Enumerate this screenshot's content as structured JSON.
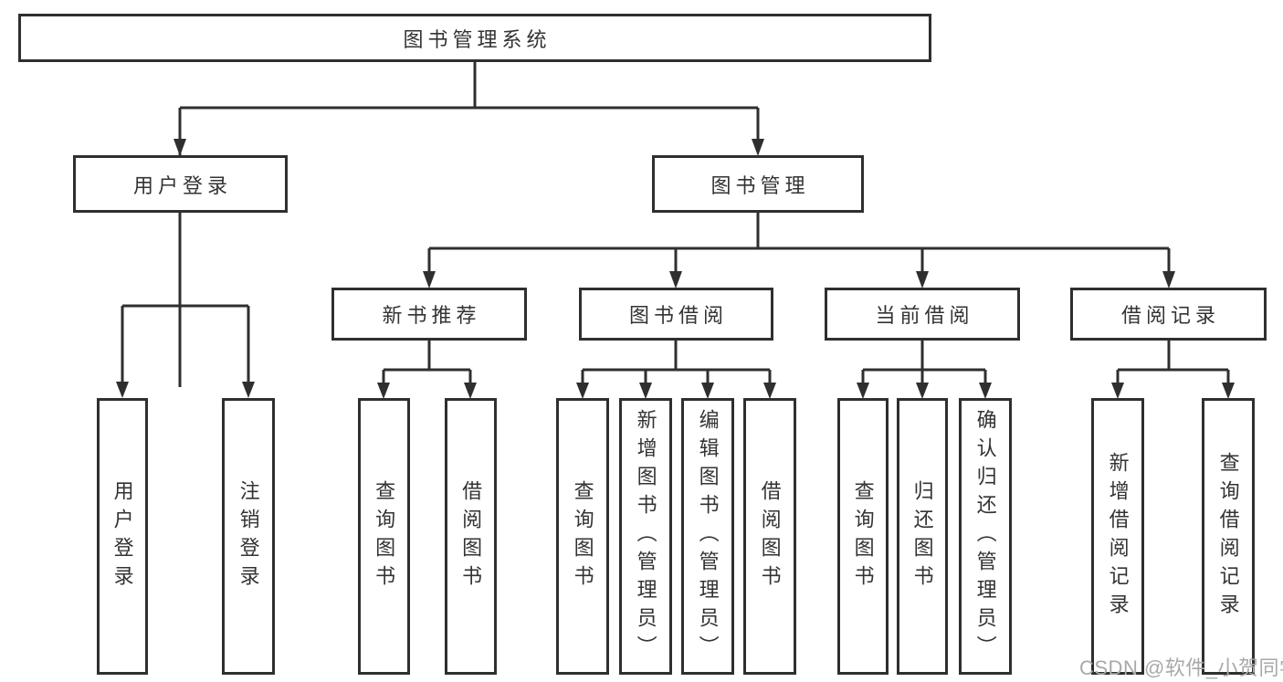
{
  "tree": {
    "root": {
      "label": "图书管理系统",
      "children": [
        {
          "label": "用户登录",
          "children": [
            {
              "label": "用户登录"
            },
            {
              "label": "注销登录"
            }
          ]
        },
        {
          "label": "图书管理",
          "children": [
            {
              "label": "新书推荐",
              "children": [
                {
                  "label": "查询图书"
                },
                {
                  "label": "借阅图书"
                }
              ]
            },
            {
              "label": "图书借阅",
              "children": [
                {
                  "label": "查询图书"
                },
                {
                  "label": "新增图书（管理员）"
                },
                {
                  "label": "编辑图书（管理员）"
                },
                {
                  "label": "借阅图书"
                }
              ]
            },
            {
              "label": "当前借阅",
              "children": [
                {
                  "label": "查询图书"
                },
                {
                  "label": "归还图书"
                },
                {
                  "label": "确认归还（管理员）"
                }
              ]
            },
            {
              "label": "借阅记录",
              "children": [
                {
                  "label": "新增借阅记录"
                },
                {
                  "label": "查询借阅记录"
                }
              ]
            }
          ]
        }
      ]
    }
  },
  "colors": {
    "line": "#2f2f2f",
    "text": "#333333",
    "background": "#ffffff",
    "watermark": "#a9a9a9"
  },
  "watermark": "CSDN @软件_小贺同学"
}
